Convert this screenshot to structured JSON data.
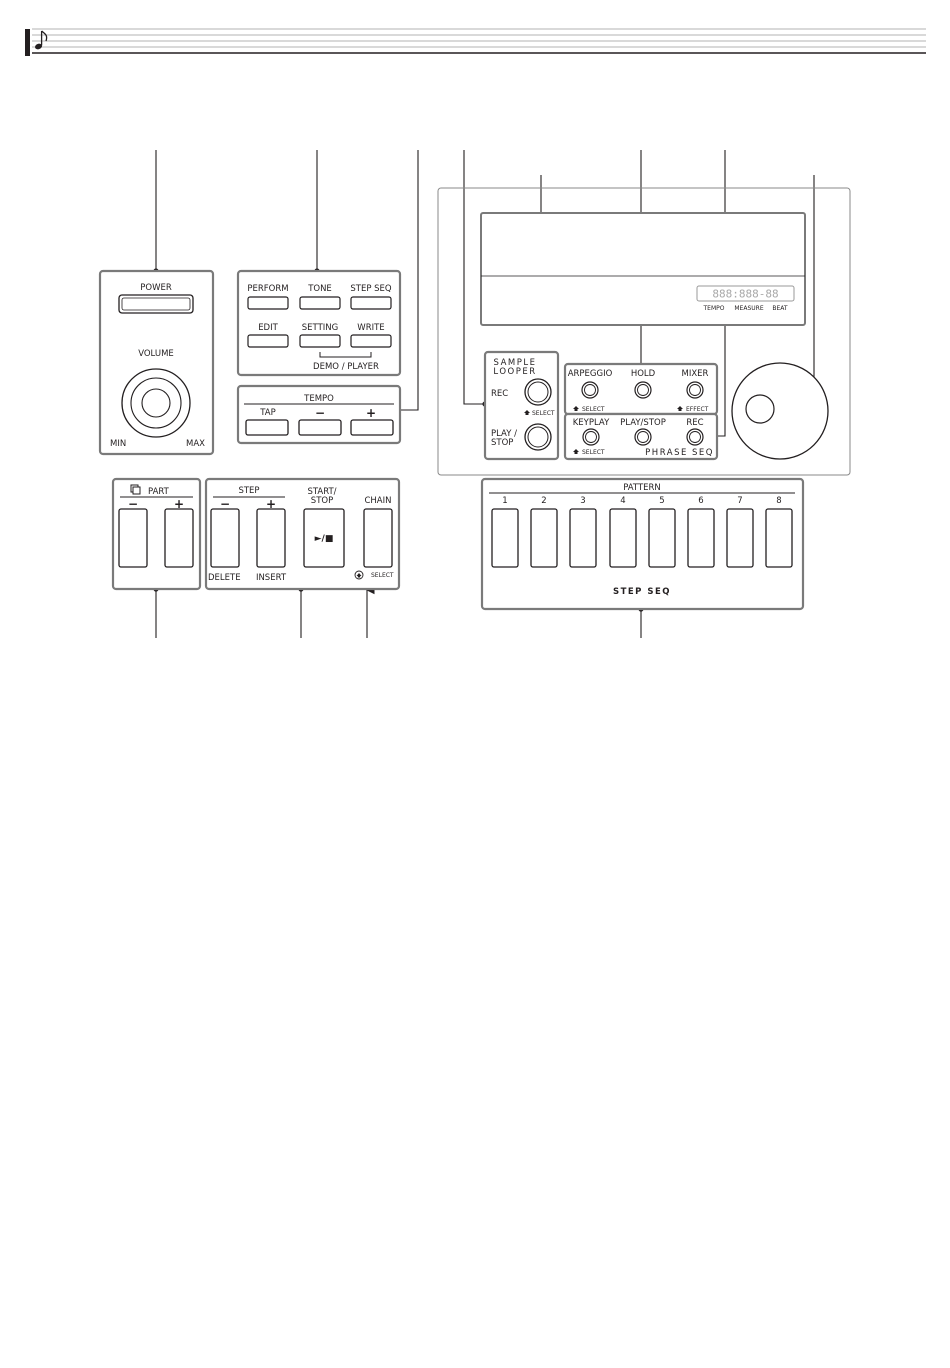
{
  "power_panel": {
    "power": "POWER",
    "volume": "VOLUME",
    "min": "MIN",
    "max": "MAX"
  },
  "mode_panel": {
    "perform": "PERFORM",
    "tone": "TONE",
    "step_seq": "STEP SEQ",
    "edit": "EDIT",
    "setting": "SETTING",
    "write": "WRITE",
    "demo_player": "DEMO / PLAYER"
  },
  "tempo_panel": {
    "title": "TEMPO",
    "tap": "TAP",
    "minus": "−",
    "plus": "+"
  },
  "display": {
    "tempo": "TEMPO",
    "measure": "MEASURE",
    "beat": "BEAT",
    "segment_readout": "888:888-88"
  },
  "looper": {
    "title_line1": "SAMPLE",
    "title_line2": "LOOPER",
    "rec": "REC",
    "select": "SELECT",
    "play_line1": "PLAY /",
    "play_line2": "STOP"
  },
  "phrase": {
    "arpeggio": "ARPEGGIO",
    "hold": "HOLD",
    "mixer": "MIXER",
    "select1": "SELECT",
    "effect": "EFFECT",
    "keyplay": "KEYPLAY",
    "play_stop": "PLAY/STOP",
    "rec": "REC",
    "select2": "SELECT",
    "title": "PHRASE SEQ"
  },
  "part_panel": {
    "title": "PART",
    "minus": "−",
    "plus": "+"
  },
  "step_panel": {
    "title": "STEP",
    "minus": "−",
    "plus": "+",
    "start_line1": "START/",
    "start_line2": "STOP",
    "start_symbol": "►/■",
    "chain": "CHAIN",
    "delete": "DELETE",
    "insert": "INSERT",
    "chain_select": "SELECT"
  },
  "pattern_panel": {
    "title": "PATTERN",
    "numbers": [
      "1",
      "2",
      "3",
      "4",
      "5",
      "6",
      "7",
      "8"
    ],
    "footer": "STEP SEQ"
  }
}
